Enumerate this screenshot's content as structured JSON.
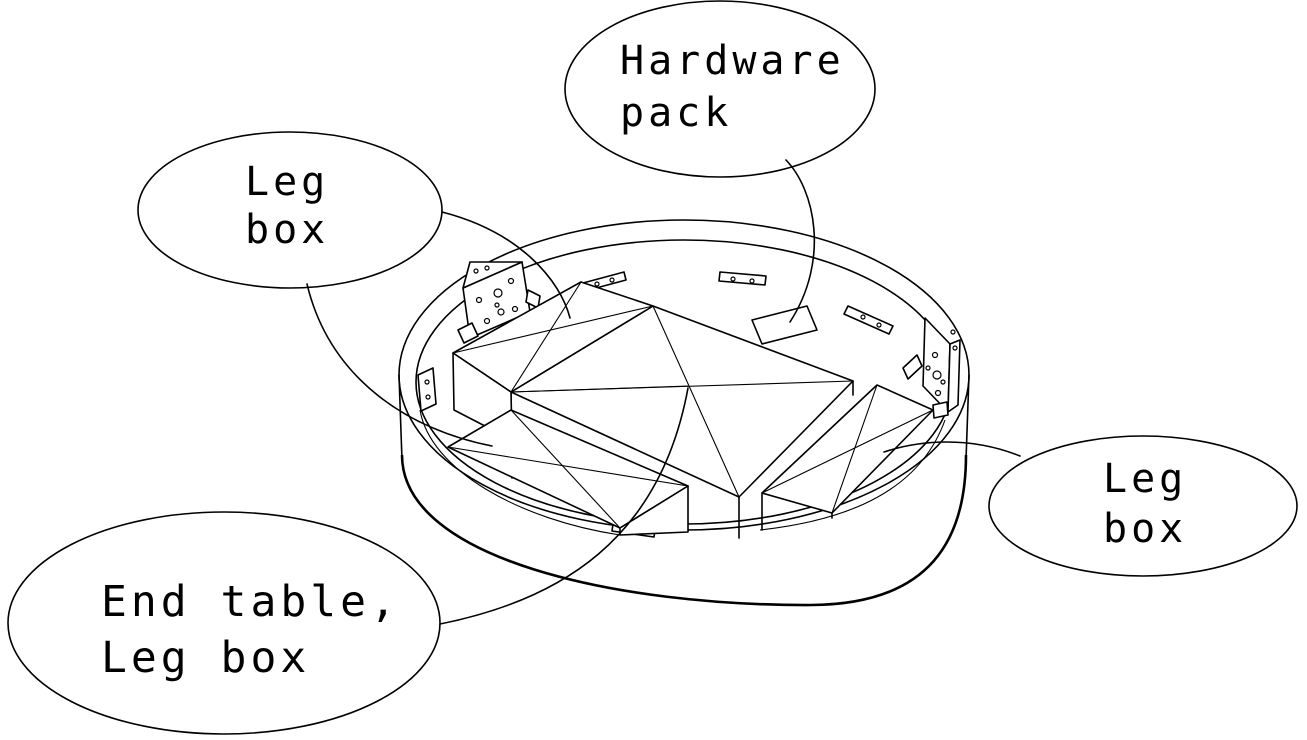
{
  "callouts": {
    "hardware_pack": {
      "line1": "Hardware",
      "line2": "pack"
    },
    "leg_box_left": {
      "line1": "Leg",
      "line2": "box"
    },
    "leg_box_right": {
      "line1": "Leg",
      "line2": "box"
    },
    "end_table": {
      "line1": "End table,",
      "line2": "Leg box"
    }
  },
  "colors": {
    "stroke": "#000000",
    "background": "#ffffff"
  }
}
